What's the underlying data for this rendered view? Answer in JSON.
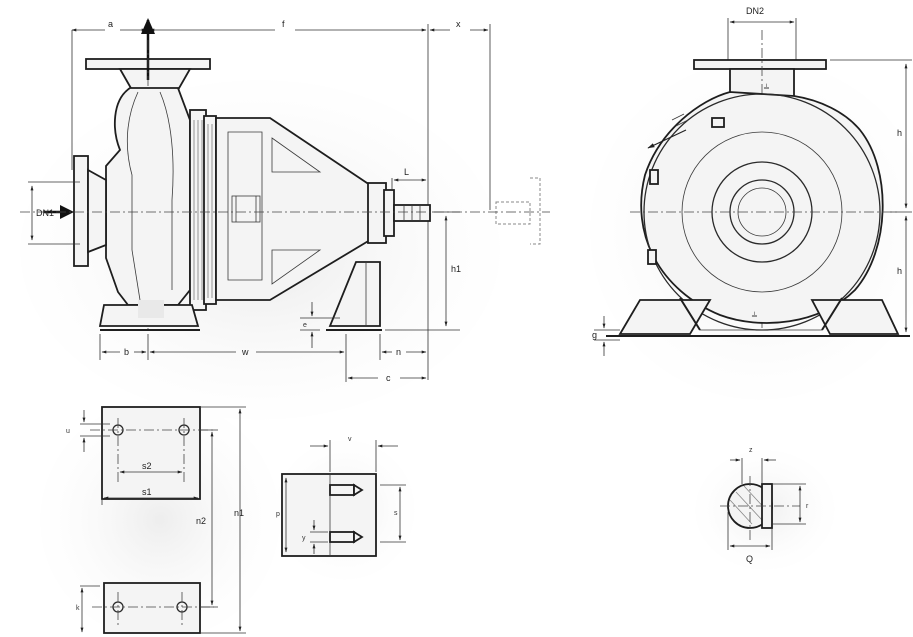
{
  "diagram": {
    "labels": {
      "a": "a",
      "f": "f",
      "x": "x",
      "DN2": "DN2",
      "DN1": "DN1",
      "L": "L",
      "h1": "h1",
      "h_top": "h",
      "h_bottom": "h",
      "e": "e",
      "b": "b",
      "w": "w",
      "n": "n",
      "c": "c",
      "g": "g",
      "u": "u",
      "s2": "s2",
      "s1": "s1",
      "n2": "n2",
      "n1": "n1",
      "k": "k",
      "v": "v",
      "p": "p",
      "s": "s",
      "y": "y",
      "z": "z",
      "r": "r",
      "Q": "Q"
    }
  }
}
